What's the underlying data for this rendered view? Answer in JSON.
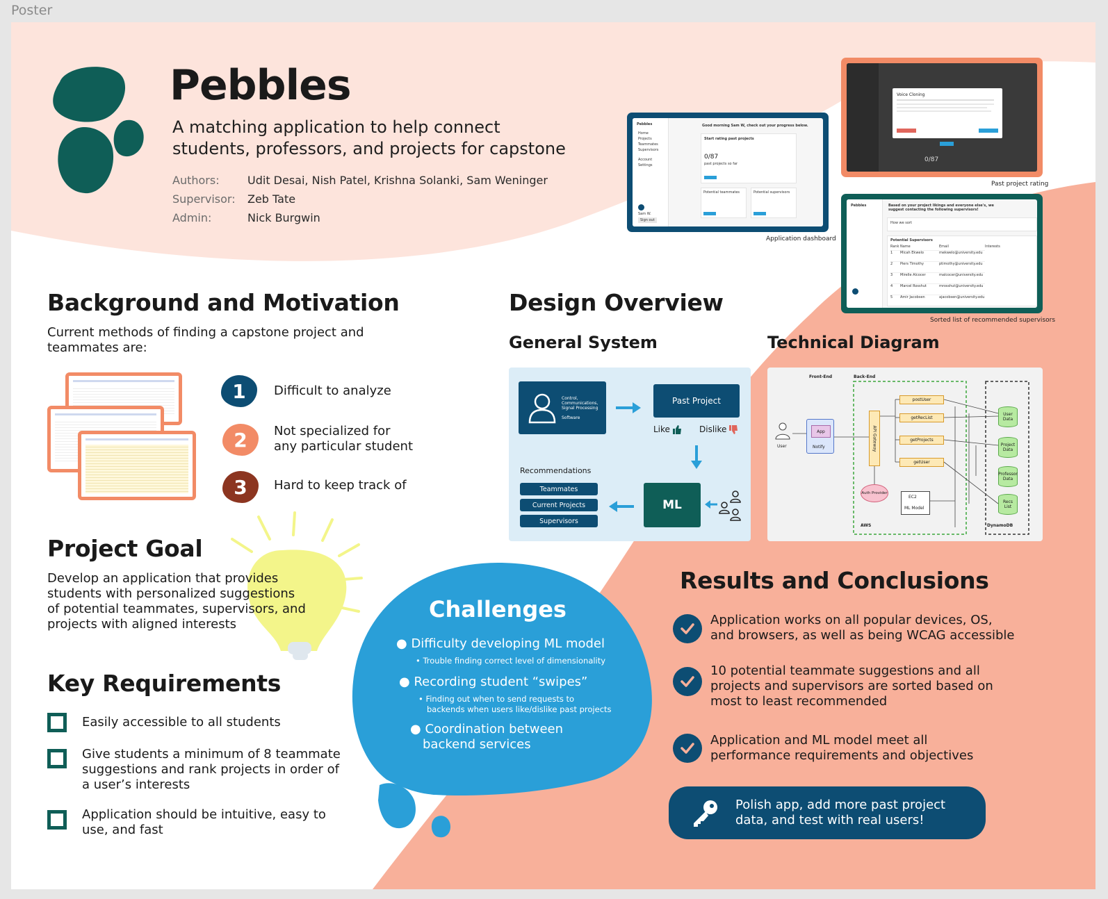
{
  "frame": {
    "label": "Poster"
  },
  "colors": {
    "teal": "#0f5e57",
    "navy": "#0d4d73",
    "salmon": "#f8b09a",
    "blush": "#fde4dc",
    "blue": "#2a9fd8",
    "orange": "#f28b66",
    "brown": "#8c3520",
    "yellow": "#f3f58a"
  },
  "header": {
    "title": "Pebbles",
    "subtitle_line1": "A matching application to help connect",
    "subtitle_line2": "students, professors, and projects for capstone",
    "authors_label": "Authors:",
    "authors": "Udit Desai, Nish Patel, Krishna Solanki, Sam Weninger",
    "supervisor_label": "Supervisor:",
    "supervisor": "Zeb Tate",
    "admin_label": "Admin:",
    "admin": "Nick Burgwin"
  },
  "screens": {
    "dashboard": {
      "caption": "Application dashboard",
      "brand": "Pebbles",
      "nav": [
        "Home",
        "Projects",
        "Teammates",
        "Supervisors",
        "Account",
        "Settings"
      ],
      "greeting": "Good morning Sam W, check out your progress below.",
      "card_title": "Start rating past projects",
      "progress": "0/87",
      "progress_note": "past projects so far",
      "teammates_card": "Potential teammates",
      "supervisors_card": "Potential supervisors",
      "user": "Sam W.",
      "sign_out": "Sign out"
    },
    "rating": {
      "caption": "Past project rating",
      "dialog_title": "Voice Cloning",
      "progress": "0/87"
    },
    "supervisors": {
      "caption": "Sorted list of recommended supervisors",
      "brand": "Pebbles",
      "heading": "Based on your project likings and everyone else's, we suggest contacting the following supervisors!",
      "how": "How we sort",
      "table_title": "Potential Supervisors",
      "columns": [
        "Rank",
        "Name",
        "Email",
        "Interests"
      ],
      "rows": [
        [
          "1",
          "Micah Ekwelo",
          "mekwelo@university.edu"
        ],
        [
          "2",
          "Piers Timothy",
          "ptimothy@university.edu"
        ],
        [
          "3",
          "Mirelle Alcocer",
          "malcocer@university.edu"
        ],
        [
          "4",
          "Marcel Rosshut",
          "mrosshut@university.edu"
        ],
        [
          "5",
          "Amir Jacobsen",
          "ajacobsen@university.edu"
        ]
      ]
    }
  },
  "background": {
    "heading": "Background and Motivation",
    "intro_line1": "Current methods of finding a capstone project and",
    "intro_line2": "teammates are:",
    "items": [
      {
        "num": "1",
        "line1": "Difficult to analyze",
        "line2": ""
      },
      {
        "num": "2",
        "line1": "Not specialized for",
        "line2": "any particular student"
      },
      {
        "num": "3",
        "line1": "Hard to keep track of",
        "line2": ""
      }
    ]
  },
  "goal": {
    "heading": "Project Goal",
    "lines": [
      "Develop an application that provides",
      "students with personalized suggestions",
      "of potential teammates, supervisors, and",
      "projects with aligned interests"
    ]
  },
  "requirements": {
    "heading": "Key Requirements",
    "items": [
      {
        "line1": "Easily accessible to all students",
        "line2": "",
        "line3": ""
      },
      {
        "line1": "Give students a minimum of 8 teammate",
        "line2": "suggestions and rank projects in order of",
        "line3": "a user’s interests"
      },
      {
        "line1": "Application should be intuitive, easy to",
        "line2": "use, and fast",
        "line3": ""
      }
    ]
  },
  "design": {
    "heading": "Design Overview",
    "general_heading": "General System",
    "technical_heading": "Technical Diagram",
    "general": {
      "profile_line1": "Control,",
      "profile_line2": "Communications,",
      "profile_line3": "Signal Processing",
      "profile_line4": "Software",
      "past_project": "Past Project",
      "like": "Like",
      "dislike": "Dislike",
      "ml": "ML",
      "recommendations": "Recommendations",
      "chips": [
        "Teammates",
        "Current Projects",
        "Supervisors"
      ]
    },
    "technical": {
      "frontend": "Front-End",
      "backend": "Back-End",
      "user": "User",
      "app": "App",
      "notify": "Notify",
      "gateway": "API Gateway",
      "auth": "Auth Provider",
      "lambdas": [
        "postUser",
        "getRecList",
        "getProjects",
        "getUser"
      ],
      "ec2": "EC2",
      "ml_model": "ML Model",
      "aws": "AWS",
      "dbs": [
        "User Data",
        "Project Data",
        "Professor Data",
        "Recs List"
      ],
      "dynamo": "DynamoDB"
    }
  },
  "challenges": {
    "heading": "Challenges",
    "item1": "Difficulty developing ML model",
    "item1_sub": "Trouble finding correct level of dimensionality",
    "item2": "Recording student “swipes”",
    "item2_sub1": "Finding out when to send requests to",
    "item2_sub2": "backends when users like/dislike past projects",
    "item3_line1": "Coordination between",
    "item3_line2": "backend services"
  },
  "results": {
    "heading": "Results and Conclusions",
    "items": [
      {
        "line1": "Application works on all popular devices, OS,",
        "line2": "and browsers, as well as being WCAG accessible",
        "line3": ""
      },
      {
        "line1": "10 potential teammate suggestions and all",
        "line2": "projects and supervisors are sorted based on",
        "line3": "most to least recommended"
      },
      {
        "line1": "Application and ML model meet all",
        "line2": "performance requirements and objectives",
        "line3": ""
      }
    ],
    "cta_line1": "Polish app, add more past project",
    "cta_line2": "data, and test with real users!"
  }
}
